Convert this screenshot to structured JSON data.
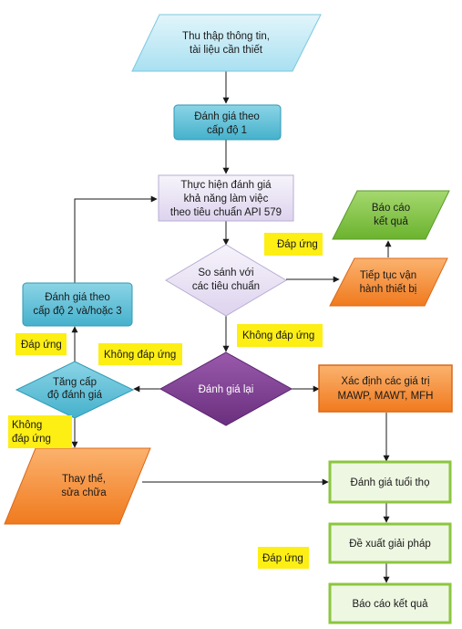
{
  "nodes": {
    "collect": {
      "line1": "Thu thập thông tin,",
      "line2": "tài liệu cần thiết"
    },
    "level1": {
      "line1": "Đánh giá theo",
      "line2": "cấp độ 1"
    },
    "api579": {
      "line1": "Thực hiện đánh giá",
      "line2": "khả năng làm việc",
      "line3": "theo tiêu chuẩn API 579"
    },
    "report_top": {
      "line1": "Báo cáo",
      "line2": "kết quả"
    },
    "compare": {
      "line1": "So sánh với",
      "line2": "các tiêu chuẩn"
    },
    "continue_op": {
      "line1": "Tiếp tục vận",
      "line2": "hành thiết bị"
    },
    "level23": {
      "line1": "Đánh giá theo",
      "line2": "cấp độ 2 và/hoặc 3"
    },
    "upgrade": {
      "line1": "Tăng cấp",
      "line2": "độ đánh giá"
    },
    "reassess": {
      "line1": "Đánh giá lại"
    },
    "mawp": {
      "line1": "Xác định các giá trị",
      "line2": "MAWP, MAWT, MFH"
    },
    "replace": {
      "line1": "Thay thế,",
      "line2": "sửa chữa"
    },
    "life": {
      "line1": "Đánh giá tuổi thọ"
    },
    "propose": {
      "line1": "Đề xuất giải pháp"
    },
    "report_bottom": {
      "line1": "Báo cáo kết quả"
    }
  },
  "labels": {
    "meets_top": "Đáp ứng",
    "not_meets_mid": "Không đáp ứng",
    "meets_left": "Đáp ứng",
    "not_meets_left": "Không đáp ứng",
    "not_meets_low_line1": "Không",
    "not_meets_low_line2": "đáp ứng",
    "meets_bottom": "Đáp ứng"
  },
  "colors": {
    "sky": "#b5e6f4",
    "teal": "#52bdd6",
    "lavender": "#e6dff3",
    "green": "#7dc242",
    "orange": "#f58a33",
    "purple": "#7b3e8e",
    "tag_yellow": "#fdee14"
  }
}
